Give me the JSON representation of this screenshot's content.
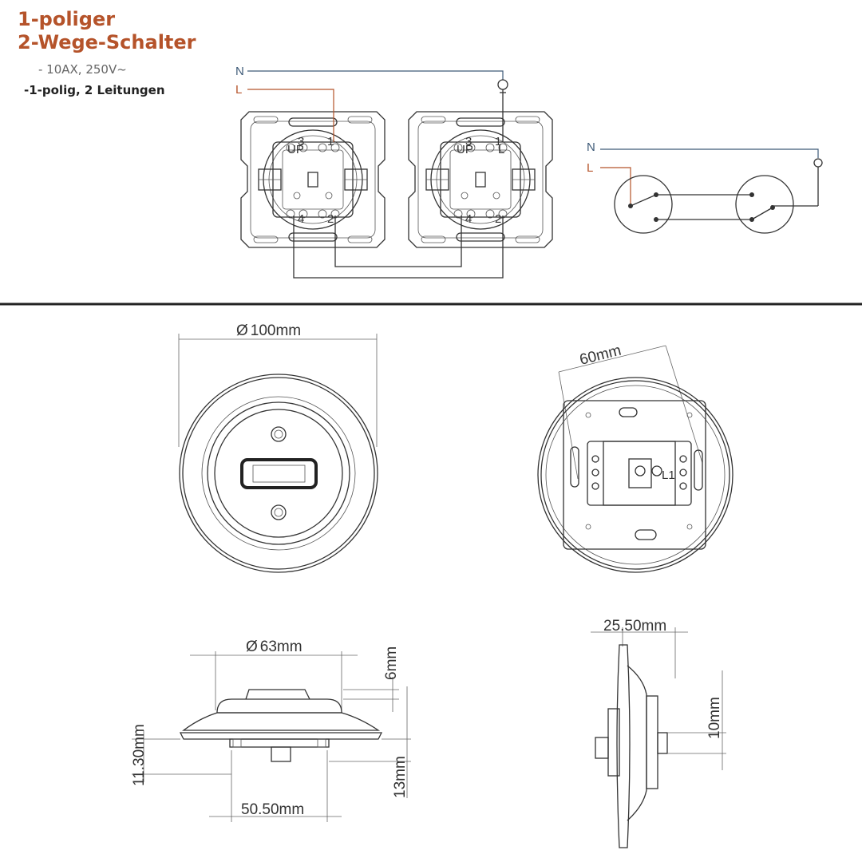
{
  "header": {
    "title_line1": "1-poliger",
    "title_line2": "2-Wege-Schalter",
    "spec1": "- 10AX, 250V~",
    "spec2": "-1-polig, 2 Leitungen"
  },
  "wiring": {
    "n_label": "N",
    "l_label": "L",
    "up_label": "UP",
    "l1_label": "L",
    "terminal_3": "3",
    "terminal_1": "1",
    "terminal_4": "4",
    "terminal_2": "2"
  },
  "dimensions": {
    "front_diameter": "100mm",
    "back_width": "60mm",
    "back_label": "L1",
    "cover_diameter": "63mm",
    "cover_height": "6mm",
    "total_height": "11.30mm",
    "base_width": "50.50mm",
    "base_height": "13mm",
    "side_width": "25.50mm",
    "side_height": "10mm",
    "diameter_symbol": "Ø"
  },
  "colors": {
    "title": "#b5532a",
    "neutral_wire": "#3e5a78",
    "live_wire": "#b5532a",
    "line": "#333333"
  }
}
